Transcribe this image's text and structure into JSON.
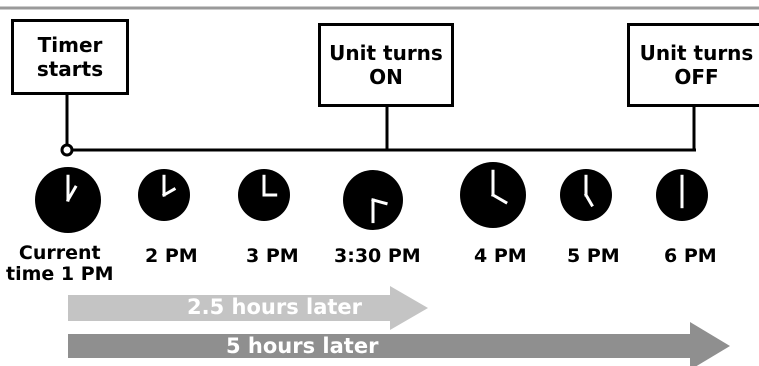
{
  "boxes": {
    "timer_starts": "Timer\nstarts",
    "unit_on": "Unit turns\nON",
    "unit_off": "Unit turns\nOFF"
  },
  "clocks": [
    {
      "label": "Current\ntime 1 PM",
      "hour": 1,
      "minute": 0
    },
    {
      "label": "2 PM",
      "hour": 2,
      "minute": 0
    },
    {
      "label": "3 PM",
      "hour": 3,
      "minute": 0
    },
    {
      "label": "3:30 PM",
      "hour": 3,
      "minute": 30
    },
    {
      "label": "4 PM",
      "hour": 4,
      "minute": 0
    },
    {
      "label": "5 PM",
      "hour": 5,
      "minute": 0
    },
    {
      "label": "6 PM",
      "hour": 6,
      "minute": 0
    }
  ],
  "arrows": {
    "short": "2.5 hours later",
    "long": "5 hours later"
  },
  "colors": {
    "light_arrow": "#c4c4c4",
    "dark_arrow": "#8f8f8f",
    "top_rule": "#9a9a9a",
    "clock_face": "#000000",
    "clock_hands": "#ffffff"
  }
}
